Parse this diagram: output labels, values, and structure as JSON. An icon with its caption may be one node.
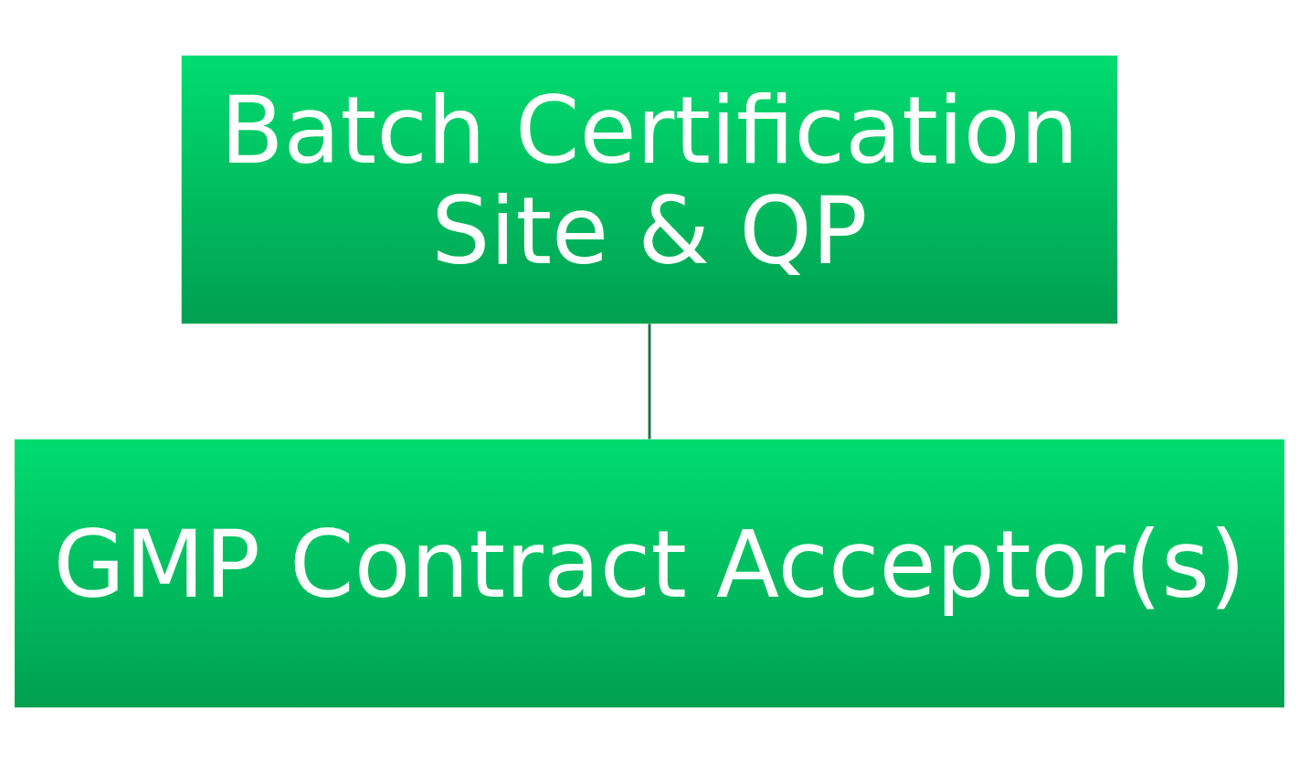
{
  "diagram": {
    "nodes": [
      {
        "text": [
          "Batch Certification Site & QP"
        ]
      },
      {
        "text": [
          "GMP Contract Acceptor(s)"
        ]
      }
    ],
    "edges": [
      {
        "from": 0,
        "to": 1,
        "arrow": "none"
      }
    ]
  }
}
